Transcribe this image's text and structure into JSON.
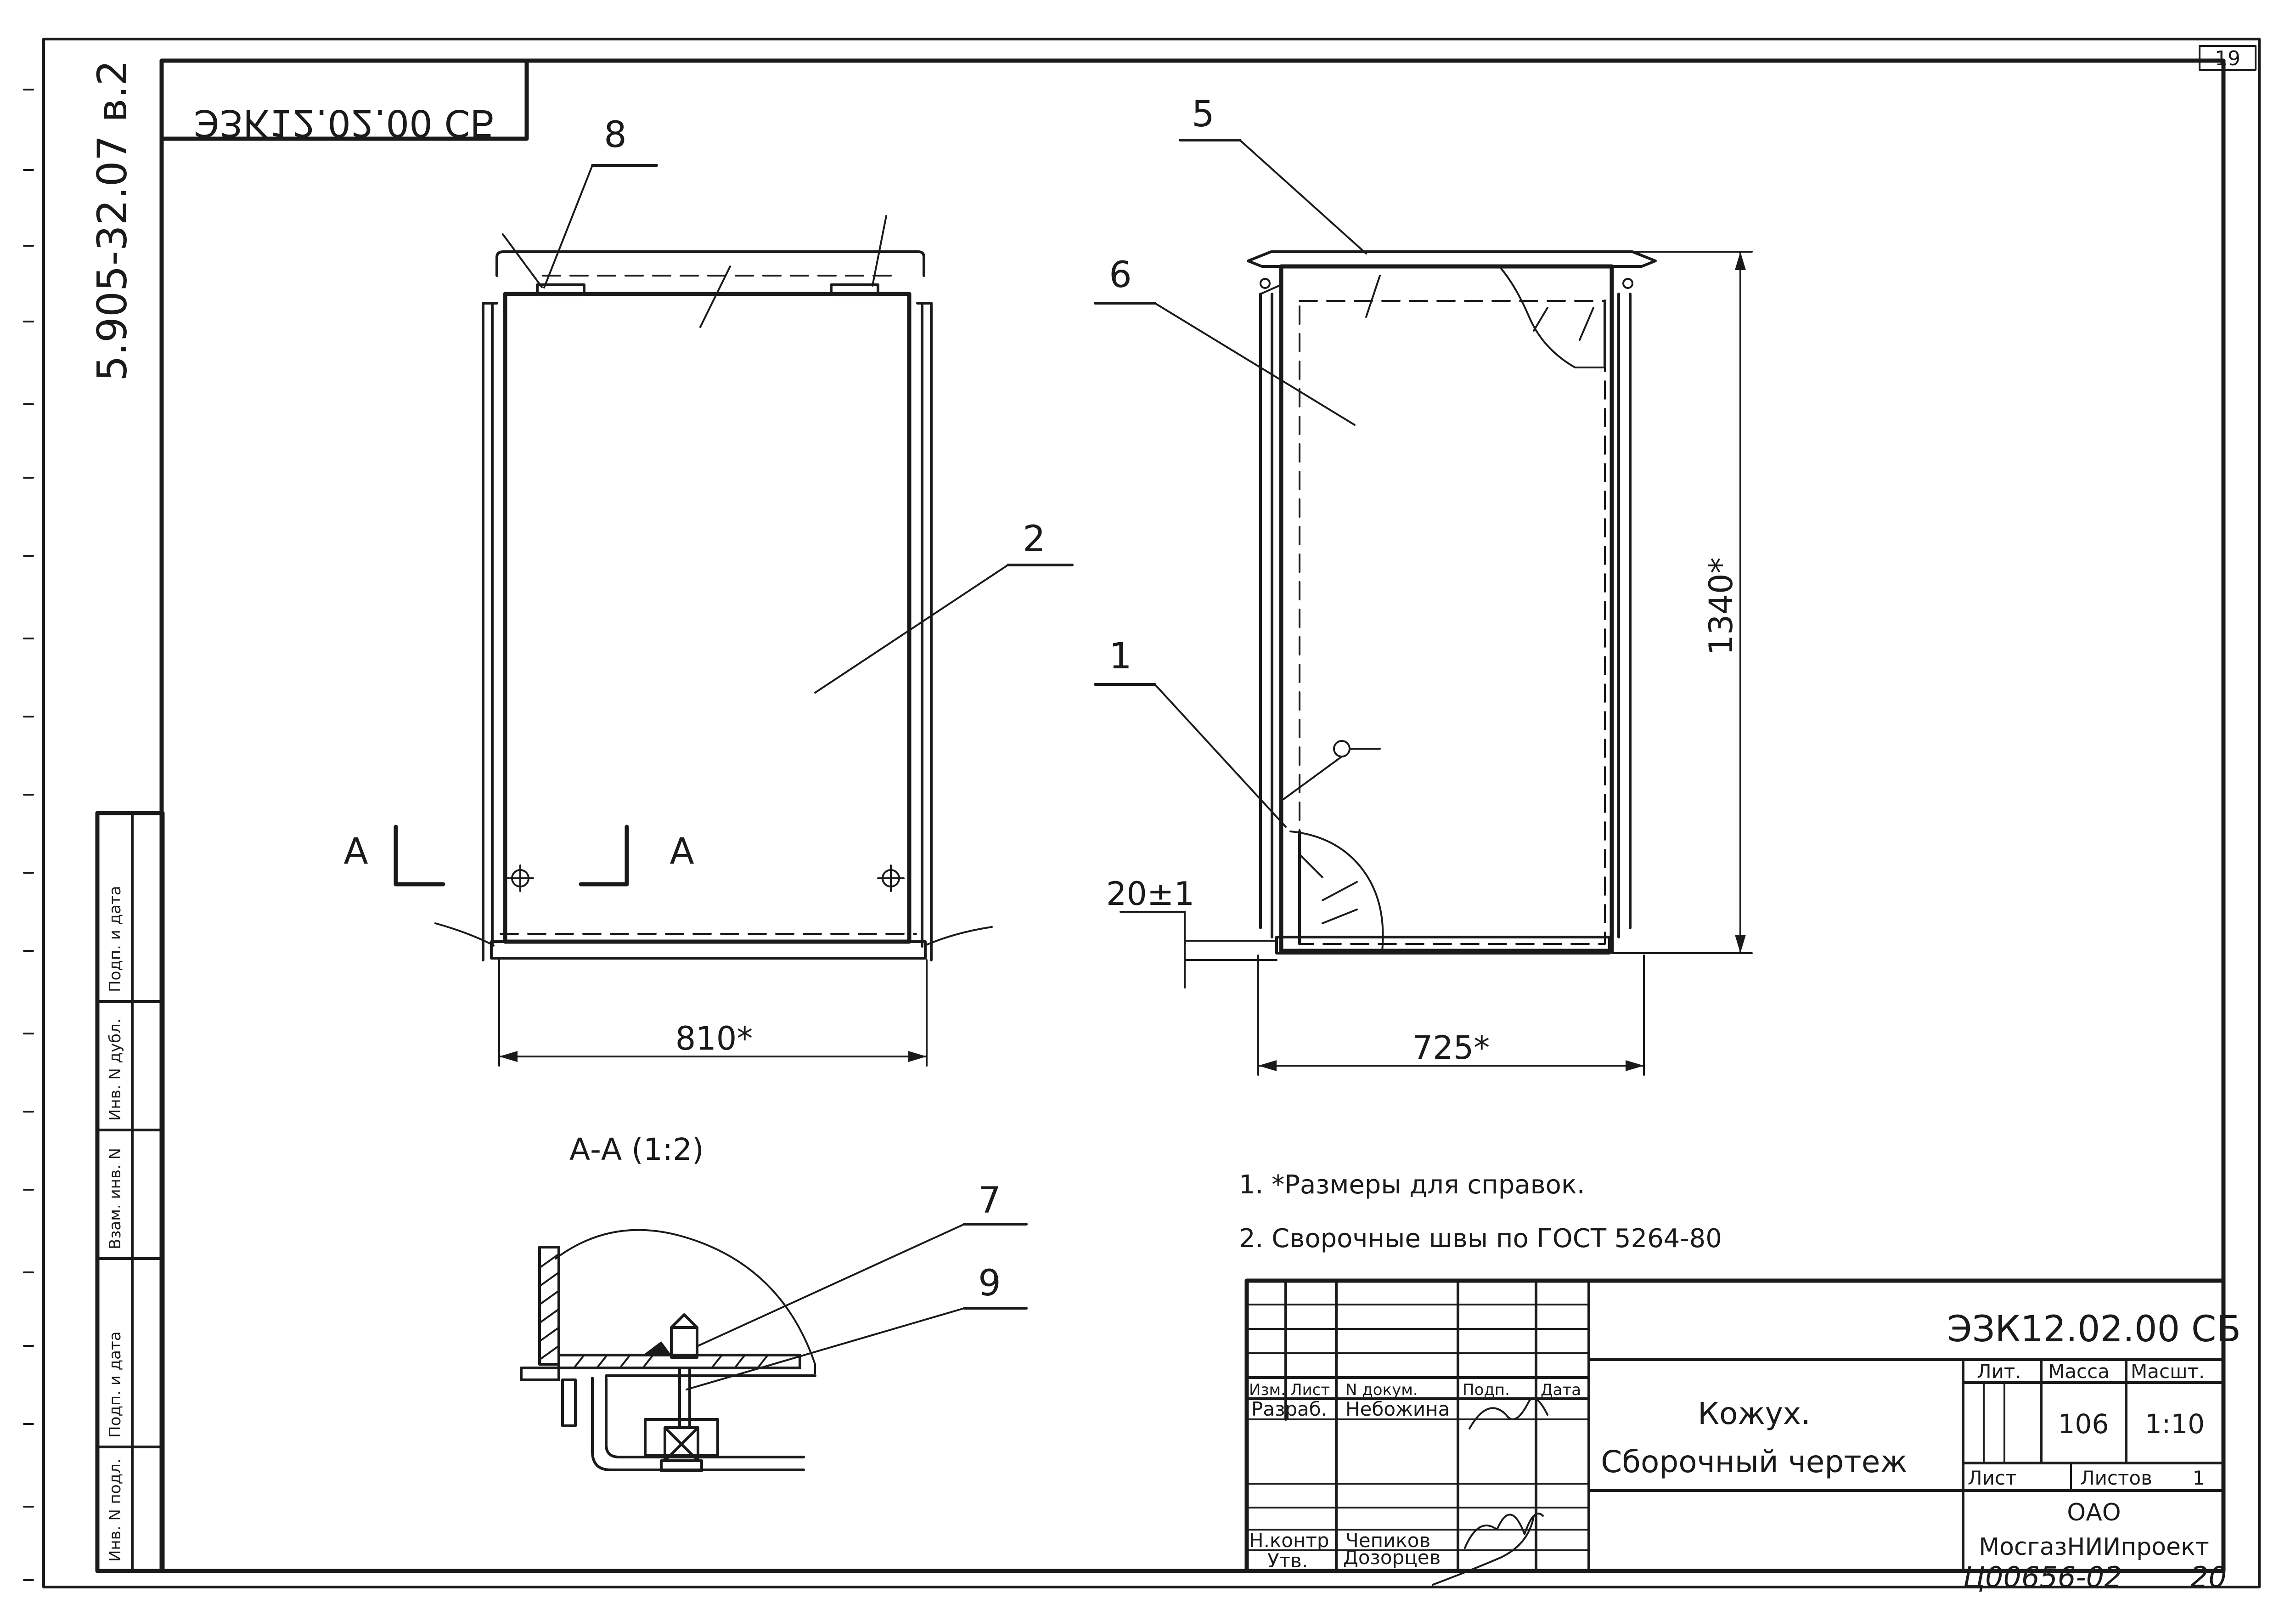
{
  "page_number": "19",
  "vertical_code": "5.905-32.07 в.2",
  "mirrored_stamp": "ЭЗК12.02.00 СБ",
  "callouts": {
    "c1": "1",
    "c2": "2",
    "c5": "5",
    "c6": "6",
    "c7": "7",
    "c8": "8",
    "c9": "9"
  },
  "section_mark_left": "А",
  "section_mark_right": "А",
  "dims": {
    "width_front": "810*",
    "width_side": "725*",
    "height": "1340*",
    "gap": "20±1"
  },
  "section_title": "А-А (1:2)",
  "notes": [
    "1. *Размеры для справок.",
    "2. Сворочные швы по ГОСТ 5264-80"
  ],
  "left_strip": [
    "Подп. и дата",
    "Инв. N дубл.",
    "Взам. инв. N",
    "Подп. и дата",
    "Инв. N подл."
  ],
  "title_block": {
    "doc_code": "ЭЗК12.02.00 СБ",
    "name_line1": "Кожух.",
    "name_line2": "Сборочный чертеж",
    "head": [
      "Изм.",
      "Лист",
      "N докум.",
      "Подп.",
      "Дата"
    ],
    "razrab_label": "Разраб.",
    "razrab_name": "Небожина",
    "nkontr_label": "Н.контр",
    "nkontr_name": "Чепиков",
    "utv_label": "Утв.",
    "utv_name": "Дозорцев",
    "lit_label": "Лит.",
    "massa_label": "Масса",
    "masht_label": "Масшт.",
    "massa_value": "106",
    "masht_value": "1:10",
    "list_label": "Лист",
    "listov_label": "Листов",
    "listov_value": "1",
    "org_line1": "ОАО",
    "org_line2": "МосгазНИИпроект"
  },
  "bottom_handwritten": "Ц00656-02",
  "bottom_right_number": "20"
}
